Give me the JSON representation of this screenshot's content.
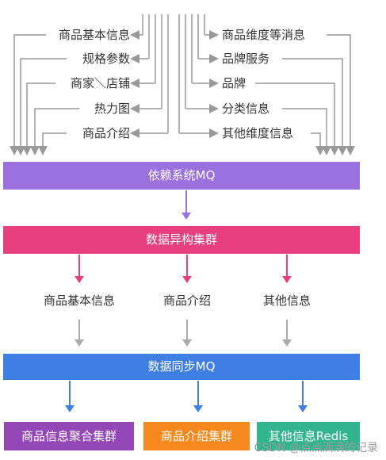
{
  "sources_left": [
    "商品基本信息",
    "规格参数",
    "商家＼店铺",
    "热力图",
    "商品介绍"
  ],
  "sources_right": [
    "商品维度等消息",
    "品牌服务",
    "品牌",
    "分类信息",
    "其他维度信息"
  ],
  "mq_top": "依赖系统MQ",
  "cluster": "数据异构集群",
  "middle": [
    "商品基本信息",
    "商品介绍",
    "其他信息"
  ],
  "mq_sync": "数据同步MQ",
  "bottom": [
    "商品信息聚合集群",
    "商品介绍集群",
    "其他信息Redis"
  ],
  "watermark": "CSDN @点点滴滴的记录",
  "colors": {
    "mq_top": "#9b71e0",
    "cluster": "#e8407f",
    "mq_sync": "#3f7fe4",
    "bottom": [
      "#9448b8",
      "#f5891e",
      "#32b58e"
    ]
  }
}
